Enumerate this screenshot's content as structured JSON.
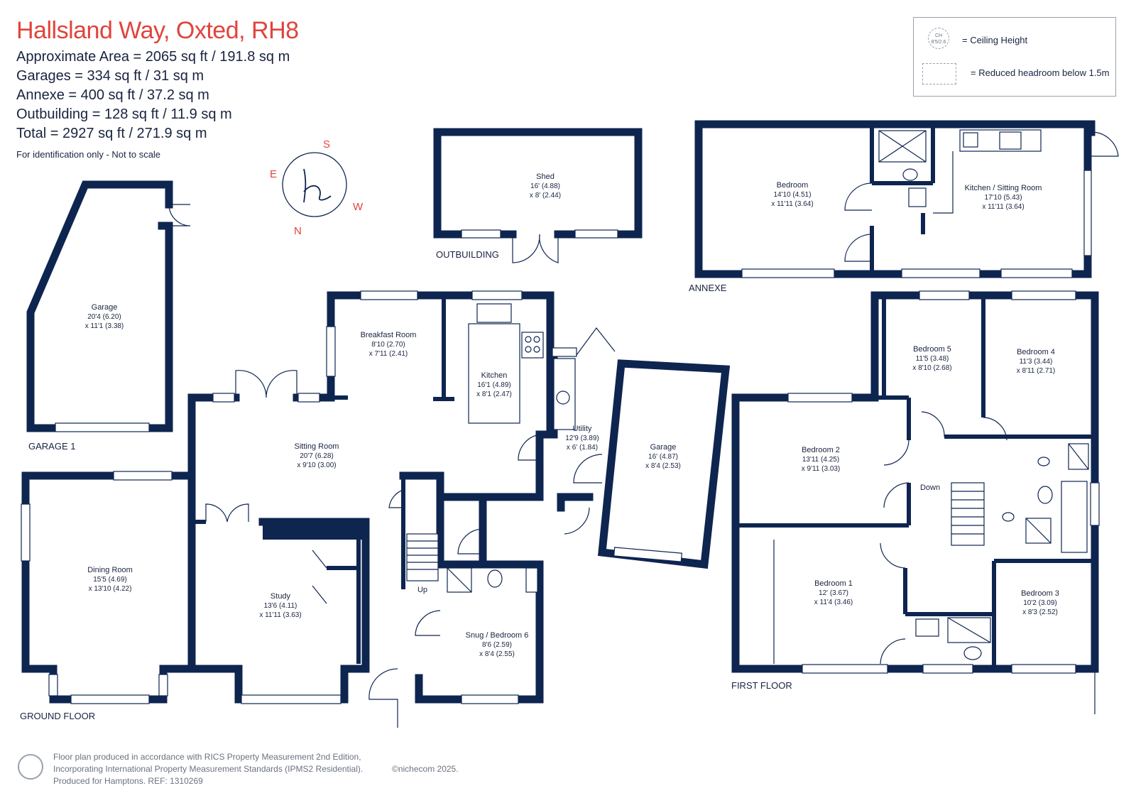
{
  "header": {
    "title": "Hallsland Way, Oxted, RH8",
    "areas": [
      "Approximate Area = 2065 sq ft / 191.8 sq m",
      "Garages = 334 sq ft / 31 sq m",
      "Annexe = 400 sq ft / 37.2 sq m",
      "Outbuilding = 128 sq ft / 11.9 sq m",
      "Total = 2927 sq ft / 271.9 sq m"
    ],
    "note": "For identification only - Not to scale"
  },
  "legend": {
    "ceiling_symbol": "CH 8'5/2.6",
    "ceiling_label": "= Ceiling Height",
    "headroom_label": "= Reduced headroom below 1.5m"
  },
  "compass": {
    "s": "S",
    "w": "W",
    "n": "N",
    "e": "E"
  },
  "colors": {
    "title": "#e0443c",
    "walls": "#0e2550",
    "text": "#1a2340"
  },
  "sections": {
    "garage1": "GARAGE 1",
    "ground_floor": "GROUND FLOOR",
    "outbuilding": "OUTBUILDING",
    "annexe": "ANNEXE",
    "first_floor": "FIRST FLOOR"
  },
  "rooms": {
    "garage1": {
      "name": "Garage",
      "dim1": "20'4 (6.20)",
      "dim2": "x 11'1 (3.38)"
    },
    "dining": {
      "name": "Dining Room",
      "dim1": "15'5 (4.69)",
      "dim2": "x 13'10 (4.22)"
    },
    "sitting": {
      "name": "Sitting Room",
      "dim1": "20'7 (6.28)",
      "dim2": "x 9'10 (3.00)"
    },
    "breakfast": {
      "name": "Breakfast Room",
      "dim1": "8'10 (2.70)",
      "dim2": "x 7'11 (2.41)"
    },
    "kitchen": {
      "name": "Kitchen",
      "dim1": "16'1 (4.89)",
      "dim2": "x 8'1 (2.47)"
    },
    "utility": {
      "name": "Utility",
      "dim1": "12'9 (3.89)",
      "dim2": "x 6' (1.84)"
    },
    "garage2": {
      "name": "Garage",
      "dim1": "16' (4.87)",
      "dim2": "x 8'4 (2.53)"
    },
    "study": {
      "name": "Study",
      "dim1": "13'6 (4.11)",
      "dim2": "x 11'11 (3.63)"
    },
    "snug": {
      "name": "Snug / Bedroom 6",
      "dim1": "8'6 (2.59)",
      "dim2": "x 8'4 (2.55)"
    },
    "shed": {
      "name": "Shed",
      "dim1": "16' (4.88)",
      "dim2": "x 8' (2.44)"
    },
    "annexe_bed": {
      "name": "Bedroom",
      "dim1": "14'10 (4.51)",
      "dim2": "x 11'11 (3.64)"
    },
    "annexe_kitchen": {
      "name": "Kitchen / Sitting Room",
      "dim1": "17'10 (5.43)",
      "dim2": "x 11'11 (3.64)"
    },
    "bed5": {
      "name": "Bedroom 5",
      "dim1": "11'5 (3.48)",
      "dim2": "x 8'10 (2.68)"
    },
    "bed4": {
      "name": "Bedroom 4",
      "dim1": "11'3 (3.44)",
      "dim2": "x 8'11 (2.71)"
    },
    "bed2": {
      "name": "Bedroom 2",
      "dim1": "13'11 (4.25)",
      "dim2": "x 9'11 (3.03)"
    },
    "bed1": {
      "name": "Bedroom 1",
      "dim1": "12' (3.67)",
      "dim2": "x 11'4 (3.46)"
    },
    "bed3": {
      "name": "Bedroom 3",
      "dim1": "10'2 (3.09)",
      "dim2": "x 8'3 (2.52)"
    }
  },
  "stairs": {
    "up": "Up",
    "down": "Down"
  },
  "footer": {
    "line1": "Floor plan produced in accordance with RICS Property Measurement 2nd Edition,",
    "line2": "Incorporating International Property Measurement Standards (IPMS2 Residential).",
    "line3": "Produced for Hamptons.   REF: 1310269",
    "copyright": "©nichecom 2025."
  }
}
